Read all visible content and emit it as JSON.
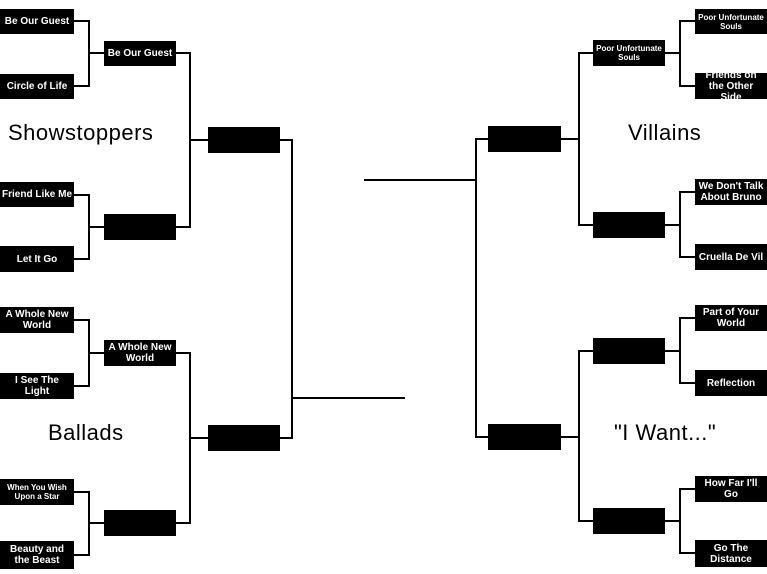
{
  "regions": {
    "showstoppers": "Showstoppers",
    "villains": "Villains",
    "ballads": "Ballads",
    "i_want": "\"I Want...\""
  },
  "left_round1": [
    "Be Our Guest",
    "Circle of Life",
    "Friend Like Me",
    "Let It Go",
    "A Whole New World",
    "I See The Light",
    "When You Wish Upon a Star",
    "Beauty and the Beast"
  ],
  "left_round2": [
    "Be Our Guest",
    "",
    "A Whole New World",
    ""
  ],
  "left_round3": [
    "",
    ""
  ],
  "right_round1": [
    "Poor Unfortunate Souls",
    "Friends on the Other Side",
    "We Don't Talk About Bruno",
    "Cruella De Vil",
    "Part of Your World",
    "Reflection",
    "How Far I'll Go",
    "Go The Distance"
  ],
  "right_round2": [
    "Poor Unfortunate Souls",
    "",
    "",
    ""
  ],
  "right_round3": [
    "",
    ""
  ],
  "colors": {
    "box": "#000000",
    "line": "#000000",
    "background": "#ffffff"
  }
}
